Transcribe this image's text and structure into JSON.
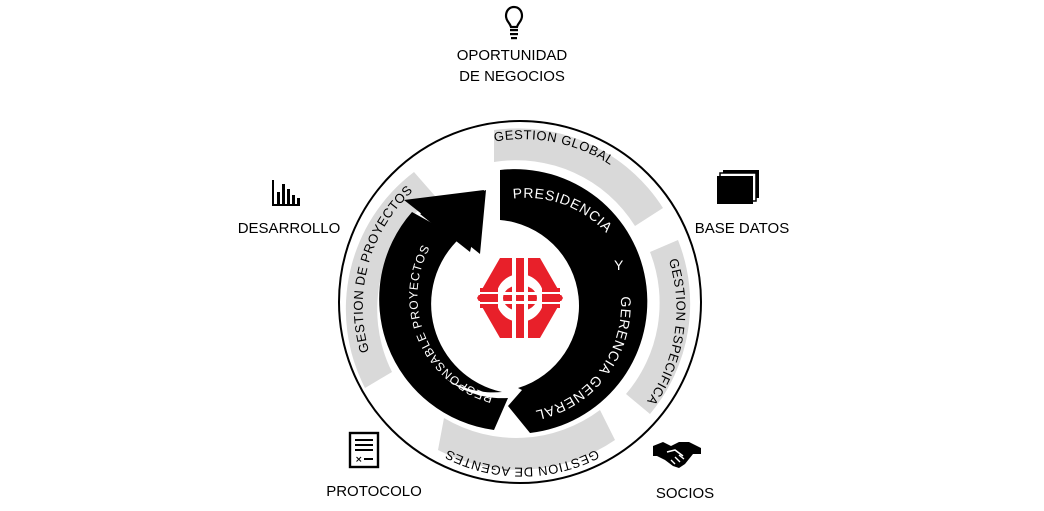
{
  "outer_labels": {
    "opportunity_line1": "OPORTUNIDAD",
    "opportunity_line2": "DE NEGOCIOS",
    "development": "DESARROLLO",
    "database": "BASE DATOS",
    "protocol": "PROTOCOLO",
    "partners": "SOCIOS"
  },
  "gray_ring": {
    "global": "GESTION GLOBAL",
    "specific": "GESTION ESPECIFICA",
    "agents": "GESTION DE AGENTES",
    "projects": "GESTION DE PROYECTOS"
  },
  "black_ring": {
    "presidency": "PRESIDENCIA",
    "and": "Y",
    "management": "GERENCIA GENERAL",
    "responsible": "RESPONSABLE PROYECTOS"
  },
  "icons": {
    "opportunity": "lightbulb-icon",
    "development": "bar-chart-icon",
    "database": "stacked-pages-icon",
    "protocol": "document-icon",
    "partners": "handshake-icon"
  },
  "colors": {
    "logo_red": "#e8202a",
    "band_gray": "#d9d9d9",
    "band_black": "#000000"
  }
}
